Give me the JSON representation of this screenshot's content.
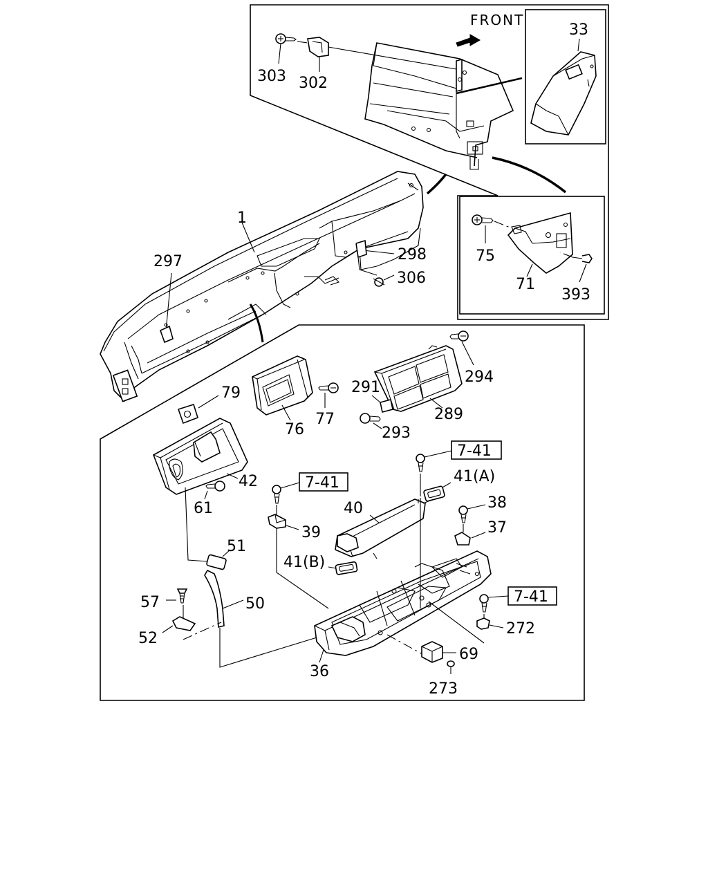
{
  "diagram": {
    "front_label": "FRONT",
    "labels": {
      "p1": "1",
      "p33": "33",
      "p36": "36",
      "p37": "37",
      "p38": "38",
      "p39": "39",
      "p40": "40",
      "p41a": "41(A)",
      "p41b": "41(B)",
      "p42": "42",
      "p50": "50",
      "p51": "51",
      "p52": "52",
      "p57": "57",
      "p61": "61",
      "p69": "69",
      "p71": "71",
      "p75": "75",
      "p76": "76",
      "p77": "77",
      "p79": "79",
      "p272": "272",
      "p273": "273",
      "p289": "289",
      "p291": "291",
      "p293": "293",
      "p294": "294",
      "p297": "297",
      "p298": "298",
      "p302": "302",
      "p303": "303",
      "p306": "306",
      "p393": "393"
    },
    "refs": {
      "ref1": "7-41",
      "ref2": "7-41",
      "ref3": "7-41"
    }
  }
}
